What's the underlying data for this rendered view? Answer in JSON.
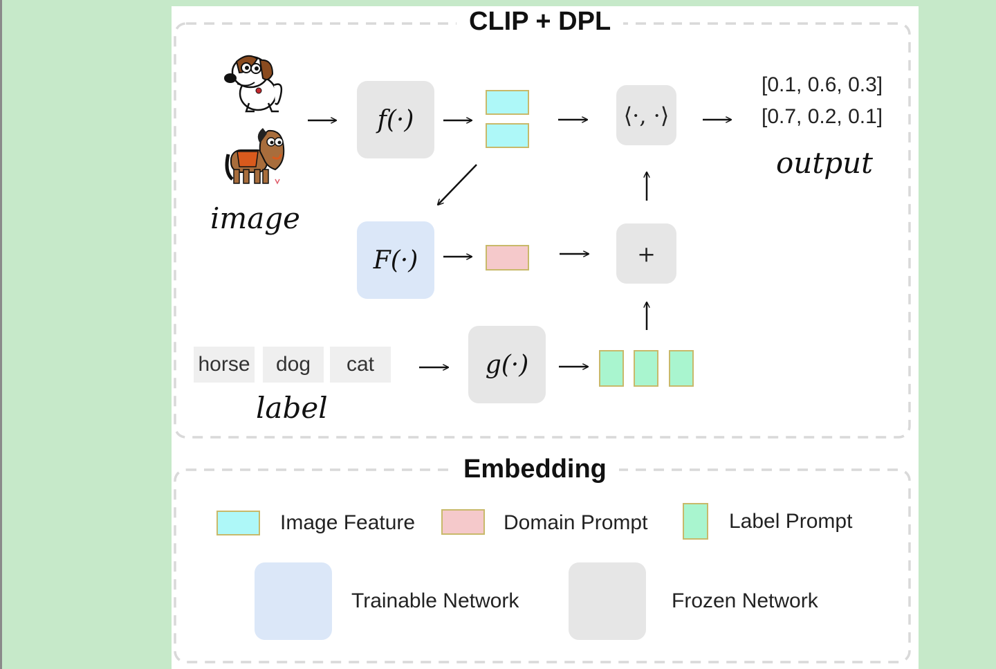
{
  "diagram": {
    "title": "CLIP + DPL",
    "image_caption": "image",
    "label_caption": "label",
    "output_caption": "output",
    "outputs": [
      "[0.1, 0.6, 0.3]",
      "[0.7, 0.2, 0.1]"
    ],
    "labels": [
      "horse",
      "dog",
      "cat"
    ],
    "nodes": {
      "image_encoder": "f(·)",
      "domain_network": "F(·)",
      "text_encoder": "g(·)",
      "inner_product": "⟨·, ·⟩",
      "sum": "+"
    },
    "images": [
      "dog-icon",
      "horse-icon"
    ]
  },
  "legend": {
    "title": "Embedding",
    "image_feature": "Image Feature",
    "domain_prompt": "Domain Prompt",
    "label_prompt": "Label Prompt",
    "trainable_network": "Trainable Network",
    "frozen_network": "Frozen Network"
  },
  "colors": {
    "page_background": "#c6e9c9",
    "image_feature": "#aef8f8",
    "domain_prompt": "#f5c9cb",
    "label_prompt": "#a9f5cf",
    "trainable_network": "#dbe7f8",
    "frozen_network": "#e6e6e6",
    "feature_border": "#c8b96a"
  }
}
